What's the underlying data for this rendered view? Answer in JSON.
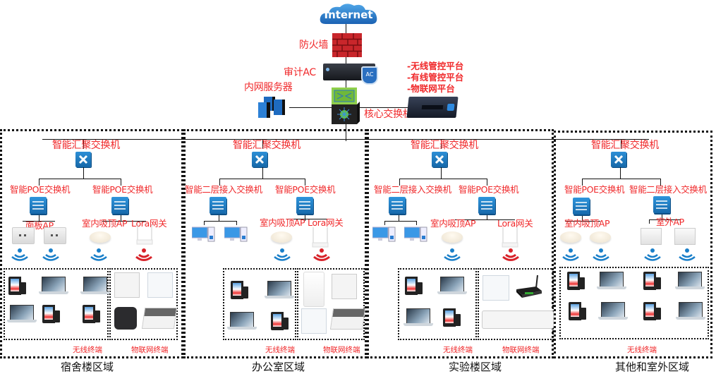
{
  "colors": {
    "label_red": "#f0282a",
    "switch_blue": "#1a74bb",
    "wifi_blue": "#1a7fc9",
    "wifi_red": "#d8232a",
    "firewall_red": "#c8262b"
  },
  "core": {
    "internet_label": "Internet",
    "firewall_label": "防火墙",
    "audit_ac_label": "审计AC",
    "ac_badge": "AC",
    "intranet_server_label": "内网服务器",
    "core_switch_label": "核心交换机",
    "platforms": [
      "-无线管控平台",
      "-有线管控平台",
      "-物联网平台"
    ]
  },
  "zones": [
    {
      "title": "宿舍楼区域",
      "aggregation_label": "智能汇聚交换机",
      "access_switches": [
        {
          "label": "智能POE交换机",
          "devices_label": "面板AP"
        },
        {
          "label": "智能POE交换机",
          "devices_label": "室内吸顶AP",
          "gateway_label": "Lora网关"
        }
      ],
      "wireless_terminals_label": "无线终端",
      "iot_terminals_label": "物联网终端"
    },
    {
      "title": "办公室区域",
      "aggregation_label": "智能汇聚交换机",
      "access_switches": [
        {
          "label": "智能二层接入交换机"
        },
        {
          "label": "智能POE交换机",
          "devices_label": "室内吸顶AP",
          "gateway_label": "Lora网关"
        }
      ],
      "wireless_terminals_label": "无线终端",
      "iot_terminals_label": "物联网终端"
    },
    {
      "title": "实验楼区域",
      "aggregation_label": "智能汇聚交换机",
      "access_switches": [
        {
          "label": "智能二层接入交换机"
        },
        {
          "label": "智能POE交换机",
          "devices_label": "室内吸顶AP",
          "gateway_label": "Lora网关"
        }
      ],
      "wireless_terminals_label": "无线终端",
      "iot_terminals_label": "物联网终端"
    },
    {
      "title": "其他和室外区域",
      "aggregation_label": "智能汇聚交换机",
      "access_switches": [
        {
          "label": "智能POE交换机",
          "devices_label": "室内吸顶AP"
        },
        {
          "label": "智能二层接入交换机",
          "devices_label": "室外AP"
        }
      ],
      "wireless_terminals_label": "无线终端"
    }
  ]
}
